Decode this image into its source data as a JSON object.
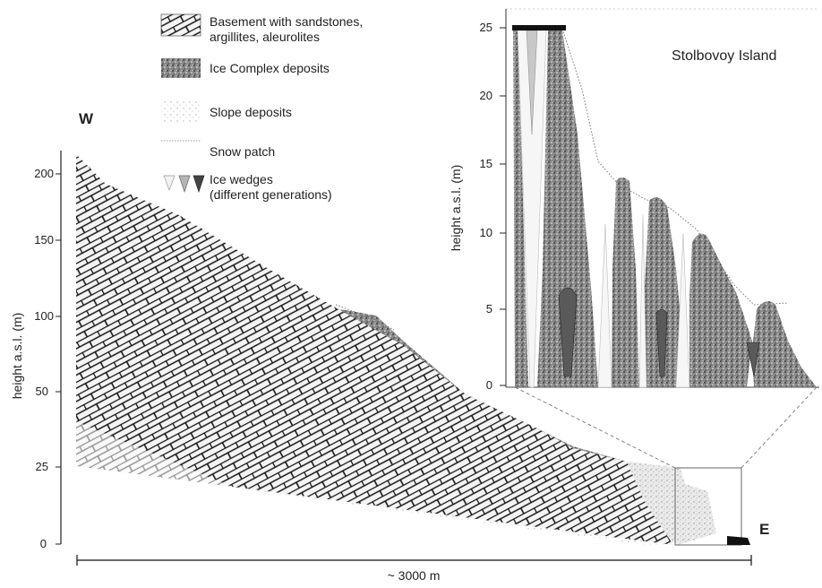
{
  "main_profile": {
    "y_axis_label": "height a.s.l. (m)",
    "y_ticks": [
      "0",
      "25",
      "50",
      "100",
      "150",
      "200"
    ],
    "west_label": "W",
    "east_label": "E",
    "distance_label": "~ 3000 m"
  },
  "legend": {
    "items": [
      {
        "label_lines": [
          "Basement with sandstones,",
          "argillites, aleurolites"
        ],
        "swatch": "brick"
      },
      {
        "label_lines": [
          "Ice Complex deposits"
        ],
        "swatch": "dark-stipple"
      },
      {
        "label_lines": [
          "Slope deposits"
        ],
        "swatch": "light-stipple"
      },
      {
        "label_lines": [
          "Snow patch"
        ],
        "swatch": "dotted-line"
      },
      {
        "label_lines": [
          "Ice wedges",
          "(different generations)"
        ],
        "swatch": "wedges"
      }
    ]
  },
  "inset": {
    "title": "Stolbovoy Island",
    "y_axis_label": "height a.s.l. (m)",
    "y_ticks": [
      "0",
      "5",
      "10",
      "15",
      "20",
      "25"
    ]
  },
  "colors": {
    "ice_complex": "#6f6f6f",
    "basement_fill": "#f2f2f2",
    "brick_line": "#1a1a1a",
    "slope": "#cfcfcf"
  }
}
